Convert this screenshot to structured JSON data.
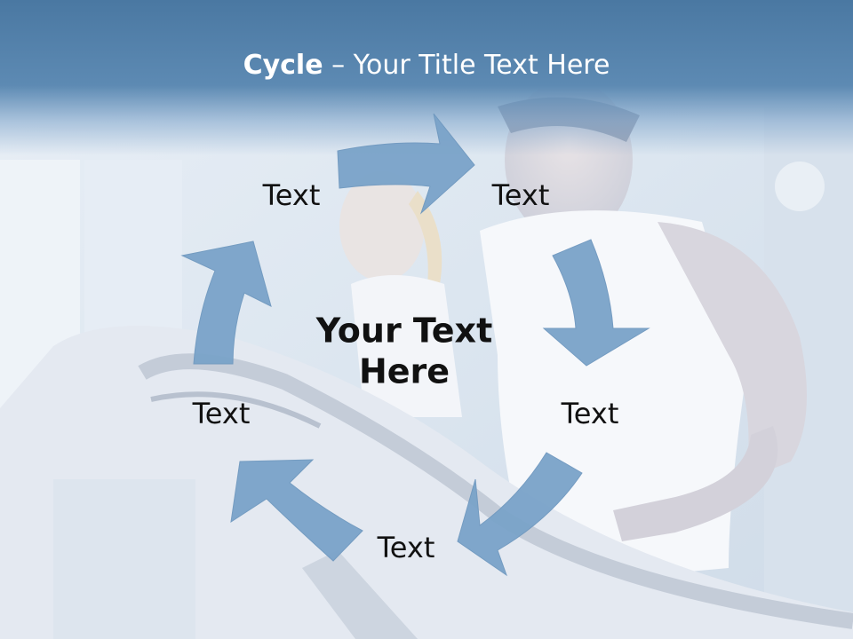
{
  "slide": {
    "title_bold": "Cycle",
    "title_rest": " – Your Title Text Here",
    "center_line1": "Your Text",
    "center_line2": "Here"
  },
  "cycle_labels": [
    "Text",
    "Text",
    "Text",
    "Text",
    "Text"
  ],
  "colors": {
    "arrow": "#7aa3c9",
    "title_band": "#4a78a2",
    "text": "#111111"
  },
  "background": {
    "description_icon": "treadmill-gym-photo"
  }
}
